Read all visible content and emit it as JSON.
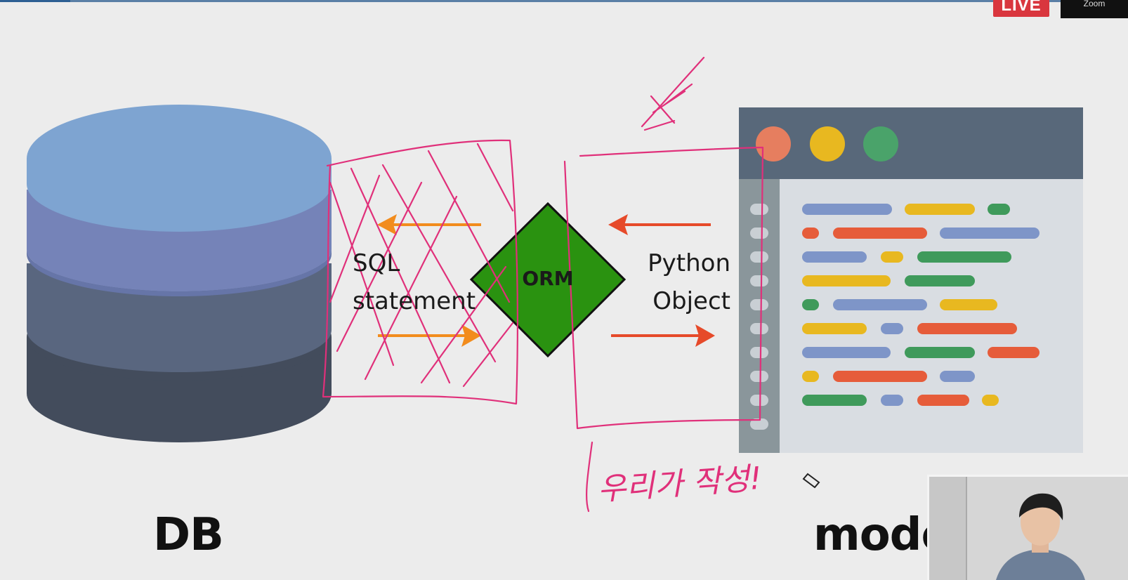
{
  "diagram": {
    "db_label": "DB",
    "model_label": "mode",
    "orm_label": "ORM",
    "sql_label_line1": "SQL",
    "sql_label_line2": "statement",
    "python_label_line1": "Python",
    "python_label_line2": "Object"
  },
  "overlay": {
    "live_badge": "LIVE",
    "corner_tag": "Zoom"
  },
  "colors": {
    "db_top": "#7ea4d1",
    "db_layer_1": "#7583b8",
    "db_layer_2": "#59667f",
    "db_layer_3": "#434c5c",
    "orm_fill": "#2a9210",
    "arrow_sql": "#f28c1d",
    "arrow_python": "#e64a2a",
    "annotation_ink": "#e0307a",
    "editor_header": "#58687a",
    "editor_body": "#d9dde2"
  },
  "editor": {
    "window_buttons": [
      "close-dot",
      "minimize-dot",
      "maximize-dot"
    ],
    "code_token_colors": [
      "#7e95c8",
      "#e8b820",
      "#3f9a5b",
      "#e65c3a"
    ]
  },
  "handwriting": {
    "note": "우리가 작성!"
  }
}
